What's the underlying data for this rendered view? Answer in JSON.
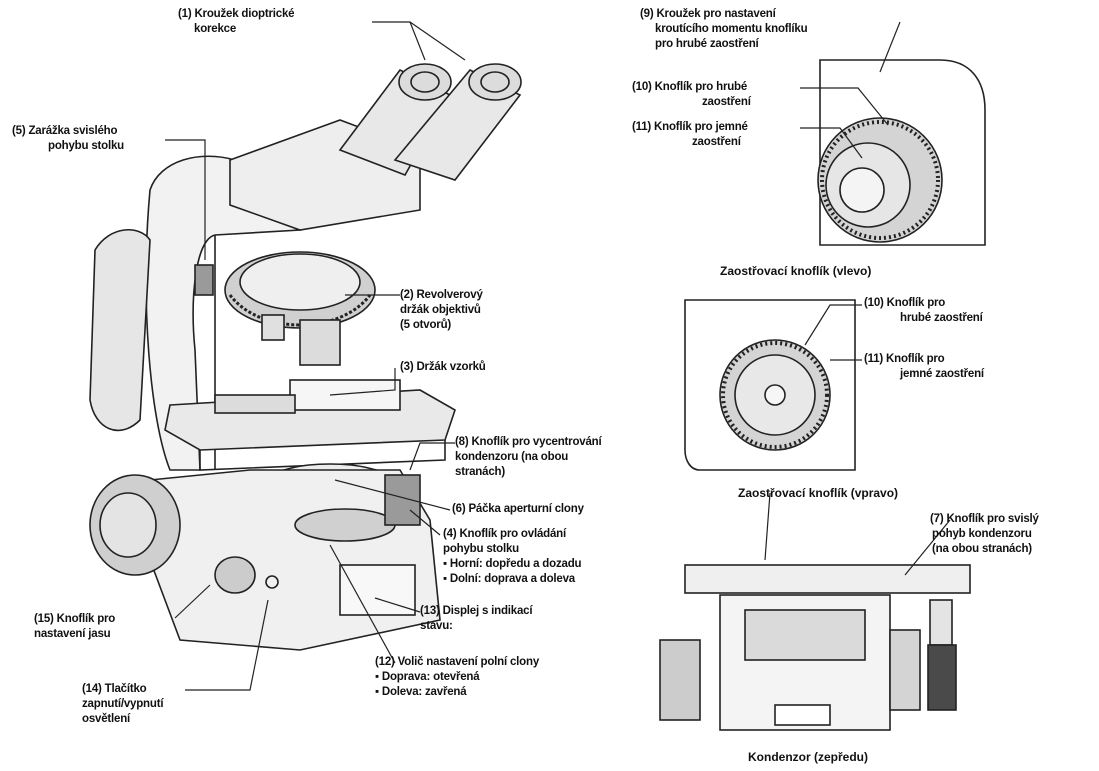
{
  "labels": {
    "l1": [
      "(1) Kroužek dioptrické",
      "korekce"
    ],
    "l5": [
      "(5) Zarážka svislého",
      "pohybu stolku"
    ],
    "l2": [
      "(2)  Revolverový",
      "držák objektivů",
      "(5 otvorů)"
    ],
    "l3": [
      "(3) Držák vzorků"
    ],
    "l8": [
      "(8) Knoflík pro vycentrování",
      "kondenzoru (na obou",
      "stranách)"
    ],
    "l6": [
      "(6) Páčka aperturní clony"
    ],
    "l4": [
      "(4) Knoflík pro ovládání",
      "pohybu stolku"
    ],
    "l4_bullets": [
      "▪  Horní: dopředu a dozadu",
      "▪  Dolní: doprava a doleva"
    ],
    "l15": [
      "(15) Knoflík pro",
      "nastavení jasu"
    ],
    "l14": [
      "(14) Tlačítko",
      "zapnutí/vypnutí",
      "osvětlení"
    ],
    "l13": [
      "(13) Displej s indikací",
      "stavu:"
    ],
    "l12": [
      "(12) Volič nastavení polní clony"
    ],
    "l12_bullets": [
      "▪  Doprava: otevřená",
      "▪  Doleva: zavřená"
    ],
    "l9": [
      "(9)  Kroužek pro nastavení",
      "kroutícího momentu knoflíku",
      "pro hrubé zaostření"
    ],
    "l10a": [
      "(10) Knoflík pro hrubé",
      "zaostření"
    ],
    "l11a": [
      "(11) Knoflík pro jemné",
      "zaostření"
    ],
    "l10b": [
      "(10) Knoflík pro",
      "hrubé zaostření"
    ],
    "l11b": [
      "(11) Knoflík pro",
      "jemné zaostření"
    ],
    "l7": [
      "(7)  Knoflík pro svislý",
      "pohyb kondenzoru",
      "(na obou stranách)"
    ]
  },
  "captions": {
    "left_focus": "Zaostřovací knoflík (vlevo)",
    "right_focus": "Zaostřovací knoflík (vpravo)",
    "condenser": "Kondenzor (zepředu)"
  }
}
